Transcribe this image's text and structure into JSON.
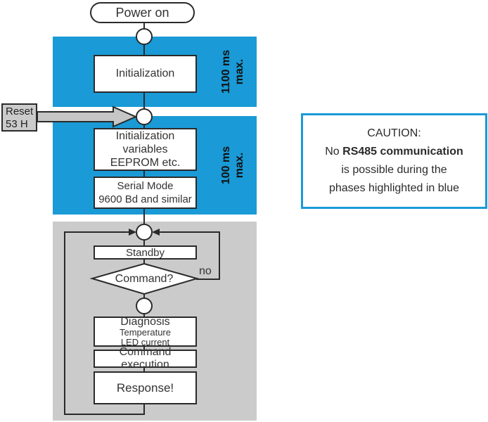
{
  "flow": {
    "power_on_label": "Power on",
    "phase1": {
      "duration_line1": "1100 ms",
      "duration_line2": "max.",
      "initialization_label": "Initialization"
    },
    "reset": {
      "line1": "Reset",
      "line2": "53 H"
    },
    "phase2": {
      "duration_line1": "100 ms",
      "duration_line2": "max.",
      "init_vars": {
        "line1": "Initialization",
        "line2": "variables",
        "line3": "EEPROM etc."
      },
      "serial_mode": {
        "line1": "Serial Mode",
        "line2": "9600 Bd and similar"
      }
    },
    "loop": {
      "standby_label": "Standby",
      "command_label": "Command?",
      "no_label": "no",
      "diagnosis": {
        "line1": "Diagnosis",
        "line2": "Temperature",
        "line3": "LED current"
      },
      "command_execution_label": "Command execution",
      "response_label": "Response!"
    }
  },
  "caution": {
    "line1": "CAUTION:",
    "line2_prefix": "No ",
    "line2_bold": "RS485 communication",
    "line3": "is possible during the",
    "line4": "phases highlighted in blue"
  },
  "colors": {
    "highlight_blue": "#1A9AD6",
    "loop_gray": "#CBCBCB",
    "line_black": "#2a2a2a"
  }
}
